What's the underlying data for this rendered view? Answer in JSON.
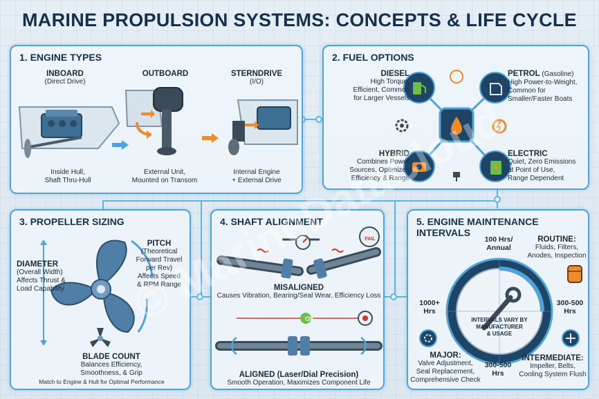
{
  "title": "MARINE PROPULSION SYSTEMS: CONCEPTS & LIFE CYCLE",
  "watermark": "© MarineDataCloud",
  "colors": {
    "accent": "#4ea3d8",
    "navy": "#15304d",
    "orange": "#f08a2a",
    "fail": "#d9332b",
    "ok": "#5dbb3a"
  },
  "engine_types": {
    "title": "1. ENGINE TYPES",
    "inboard": {
      "name": "INBOARD",
      "sub": "(Direct Drive)",
      "desc": [
        "Inside Hull,",
        "Shaft Thru-Hull"
      ]
    },
    "outboard": {
      "name": "OUTBOARD",
      "desc": [
        "External Unit,",
        "Mounted on Transom"
      ]
    },
    "sterndrive": {
      "name": "STERNDRIVE",
      "sub": "(I/O)",
      "desc": [
        "Internal Engine",
        "+ External Drive"
      ]
    }
  },
  "fuel_options": {
    "title": "2. FUEL OPTIONS",
    "diesel": {
      "name": "DIESEL",
      "desc": [
        "High Torque,",
        "Efficient, Common",
        "for Larger Vessels"
      ]
    },
    "petrol": {
      "name": "PETROL",
      "paren": "(Gasoline)",
      "desc": [
        "High Power-to-Weight,",
        "Common for",
        "Smaller/Faster Boats"
      ]
    },
    "hybrid": {
      "name": "HYBRID",
      "desc": [
        "Combines Power",
        "Sources, Optimizes",
        "Efficiency & Range"
      ]
    },
    "electric": {
      "name": "ELECTRIC",
      "desc": [
        "Quiet, Zero Emissions",
        "at Point of Use,",
        "Range Dependent"
      ]
    }
  },
  "propeller_sizing": {
    "title": "3. PROPELLER SIZING",
    "diameter": {
      "name": "DIAMETER",
      "desc": [
        "(Overall Width)",
        "Affects Thrust &",
        "Load Capability"
      ]
    },
    "pitch": {
      "name": "PITCH",
      "desc": [
        "(Theoretical",
        "Forward Travel",
        "per Rev)",
        "Affects Speed",
        "& RPM Range"
      ]
    },
    "blade_count": {
      "name": "BLADE COUNT",
      "desc": [
        "Balances Efficiency,",
        "Smoothness, & Grip"
      ]
    },
    "footer": "Match to Engine & Hull for Optimal Performance"
  },
  "shaft_alignment": {
    "title": "4. SHAFT ALIGNMENT",
    "fail_label": "FAIL",
    "misaligned": {
      "name": "MISALIGNED",
      "desc": "Causes Vibration, Bearing/Seal Wear, Efficiency Loss"
    },
    "ok_label": "OK",
    "aligned": {
      "name": "ALIGNED (Laser/Dial Precision)",
      "desc": "Smooth Operation, Maximizes Component Life"
    }
  },
  "maintenance": {
    "title": "5. ENGINE MAINTENANCE INTERVALS",
    "routine": {
      "interval": [
        "100 Hrs/",
        "Annual"
      ],
      "name": "ROUTINE:",
      "desc": [
        "Fluids, Filters,",
        "Anodes, Inspection"
      ]
    },
    "right_interval": [
      "300-500",
      "Hrs"
    ],
    "left_interval": [
      "1000+",
      "Hrs"
    ],
    "bottom_interval": [
      "300-500",
      "Hrs"
    ],
    "center_note": [
      "INTERVALS VARY BY",
      "MANUFACTURER",
      "& USAGE"
    ],
    "major": {
      "name": "MAJOR:",
      "desc": [
        "Valve Adjustment,",
        "Seal Replacement,",
        "Comprehensive Check"
      ]
    },
    "intermediate": {
      "name": "INTERMEDIATE:",
      "desc": [
        "Impeller, Belts,",
        "Cooling System Flush"
      ]
    }
  }
}
